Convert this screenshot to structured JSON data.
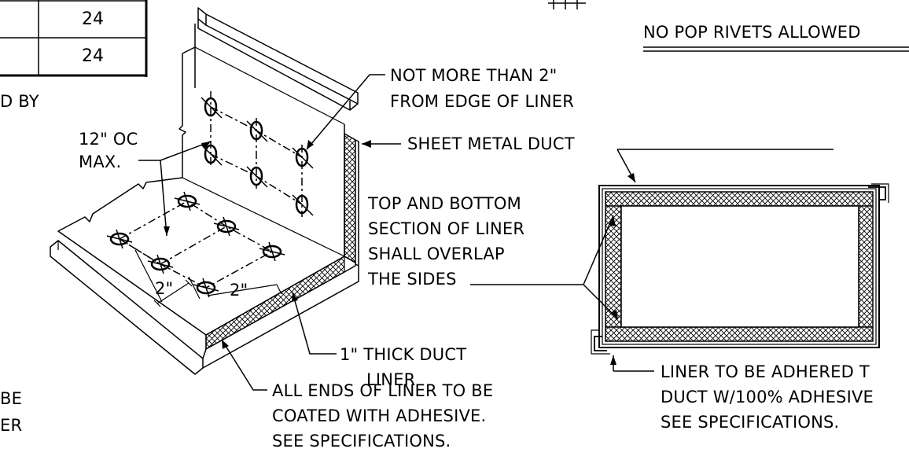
{
  "table": {
    "rows": [
      {
        "value": "24"
      },
      {
        "value": "24"
      }
    ]
  },
  "notes": {
    "no_pop_rivets": "NO POP RIVETS ALLOWED",
    "d_by_fragment": "D BY",
    "be_fragment": "BE",
    "er_fragment": "ER"
  },
  "callouts": {
    "edge_line1": "NOT MORE THAN 2\"",
    "edge_line2": "FROM EDGE OF LINER",
    "sheet_metal": "SHEET METAL DUCT",
    "spacing_line1": "12\" OC",
    "spacing_line2": "MAX.",
    "overlap_line1": "TOP AND BOTTOM",
    "overlap_line2": "SECTION OF LINER",
    "overlap_line3": "SHALL OVERLAP",
    "overlap_line4": "THE SIDES",
    "dim_left": "2\"",
    "dim_right": "2\"",
    "thick_line1": "1\" THICK DUCT",
    "thick_line2": "LINER",
    "ends_line1": "ALL ENDS OF LINER TO BE",
    "ends_line2": "COATED WITH ADHESIVE.",
    "ends_line3": "SEE SPECIFICATIONS.",
    "adhered_line1": "LINER TO BE ADHERED  T",
    "adhered_line2": "DUCT W/100% ADHESIVE",
    "adhered_line3": "SEE SPECIFICATIONS."
  }
}
